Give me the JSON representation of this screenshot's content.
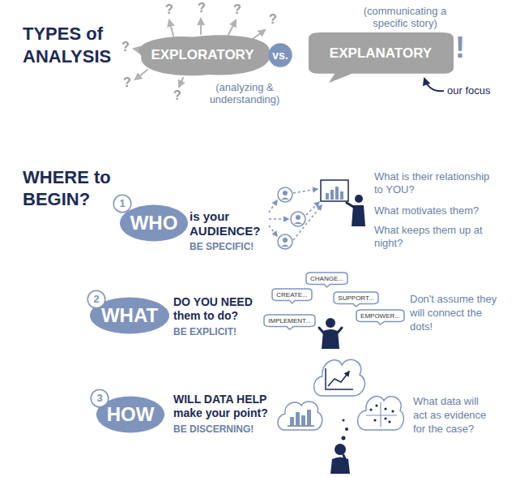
{
  "diagram": {
    "title": "TYPES of ANALYSIS",
    "nodes": [
      {
        "text": [
          "EXPLORATORY"
        ]
      },
      {
        "text": [
          "vs."
        ]
      },
      {
        "text": [
          "EXPLANATORY"
        ]
      },
      {
        "text": [
          "1"
        ]
      },
      {
        "text": [
          "WHO"
        ]
      },
      {
        "text": [
          "2"
        ]
      },
      {
        "text": [
          "WHAT"
        ]
      },
      {
        "text": [
          "CREATE..."
        ]
      },
      {
        "text": [
          "CHANGE..."
        ]
      },
      {
        "text": [
          "SUPPORT..."
        ]
      },
      {
        "text": [
          "IMPLEMENT..."
        ]
      },
      {
        "text": [
          "EMPOWER..."
        ]
      },
      {
        "text": [
          "3"
        ]
      },
      {
        "text": [
          "HOW"
        ]
      }
    ],
    "labels": [
      "?",
      "?",
      "?",
      "?",
      "?",
      "?",
      "?",
      "(analyzing & understanding)",
      "(communicating a specific story)",
      "!",
      "our focus",
      "WHERE to BEGIN?",
      "is your AUDIENCE?",
      "BE SPECIFIC!",
      "What is their relationship to YOU?",
      "What motivates them?",
      "What keeps them up at night?",
      "DO YOU NEED them to do?",
      "BE EXPLICIT!",
      "Don't assume they will connect the dots!",
      "WILL DATA HELP make your point?",
      "BE DISCERNING!",
      "What data will act as evidence for the case?"
    ]
  }
}
